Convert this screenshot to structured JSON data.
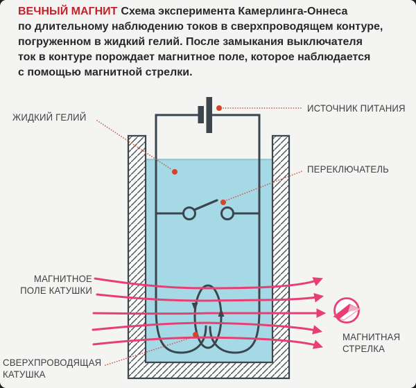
{
  "header": {
    "title": "ВЕЧНЫЙ МАГНИТ",
    "line1_rest": "Схема эксперимента Камерлинга-Оннеса",
    "line2": "по длительному наблюдению токов в сверхпроводящем контуре,",
    "line3": "погруженном в жидкий гелий. После замыкания выключателя",
    "line4": "ток в контуре порождает магнитное поле, которое наблюдается",
    "line5": "с помощью магнитной стрелки."
  },
  "labels": {
    "liquid_helium": "ЖИДКИЙ ГЕЛИЙ",
    "power_source": "ИСТОЧНИК ПИТАНИЯ",
    "switch": "ПЕРЕКЛЮЧАТЕЛЬ",
    "coil_field_line1": "МАГНИТНОЕ",
    "coil_field_line2": "ПОЛЕ КАТУШКИ",
    "coil_line1": "СВЕРХПРОВОДЯЩАЯ",
    "coil_line2": "КАТУШКА",
    "needle_line1": "МАГНИТНАЯ",
    "needle_line2": "СТРЕЛКА"
  },
  "icons": {
    "battery": "battery-icon",
    "switch": "switch-icon",
    "coil": "coil-icon",
    "compass_needle": "compass-icon",
    "field_arrow": "arrow-right-icon",
    "leader_marker": "red-dot-icon"
  },
  "colors": {
    "card_bg": "#f4f4f3",
    "accent_red_title": "#c1222b",
    "marker_red": "#d7422b",
    "leader_red": "#cd5a45",
    "field_pink": "#e73f74",
    "wire_dark": "#3a454d",
    "liquid_blue": "#a5d9e6",
    "label_text": "#3e3e3e",
    "header_text": "#282828"
  }
}
